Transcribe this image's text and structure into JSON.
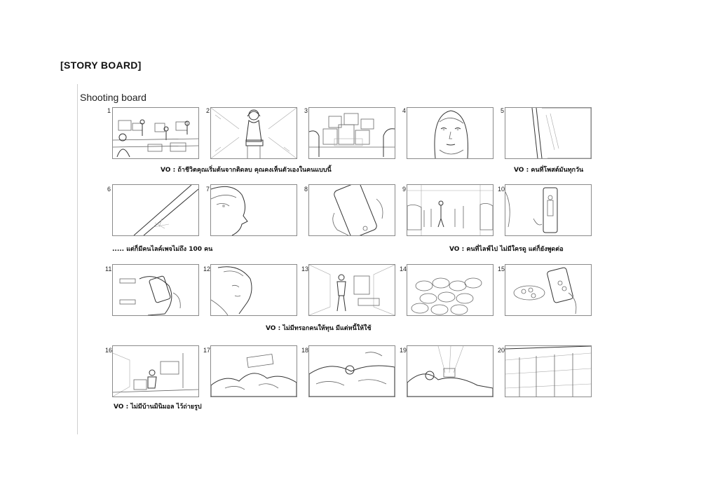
{
  "document": {
    "title": "[STORY BOARD]",
    "subtitle": "Shooting board"
  },
  "panels": [
    "1",
    "2",
    "3",
    "4",
    "5",
    "6",
    "7",
    "8",
    "9",
    "10",
    "11",
    "12",
    "13",
    "14",
    "15",
    "16",
    "17",
    "18",
    "19",
    "20"
  ],
  "captions": {
    "row1_a": "VO : ถ้าชีวิตคุณเริ่มต้นจากติดลบ คุณคงเห็นตัวเองในคนแบบนี้",
    "row1_b": "VO : คนที่โพสต์มันทุกวัน",
    "row2_a": "..... แต่ก็มีคนไลค์เพจไม่ถึง 100 คน",
    "row2_b": "VO : คนที่ไลฟ์ไป ไม่มีใครดู แต่ก็ยังพูดต่อ",
    "row3_a": "VO : ไม่มีทรอกคนให้ทุน มีแต่หนี้ให้ใช้",
    "row4_a": "VO : ไม่มีบ้านมินิมอล ไว้ถ่ายรูป"
  }
}
